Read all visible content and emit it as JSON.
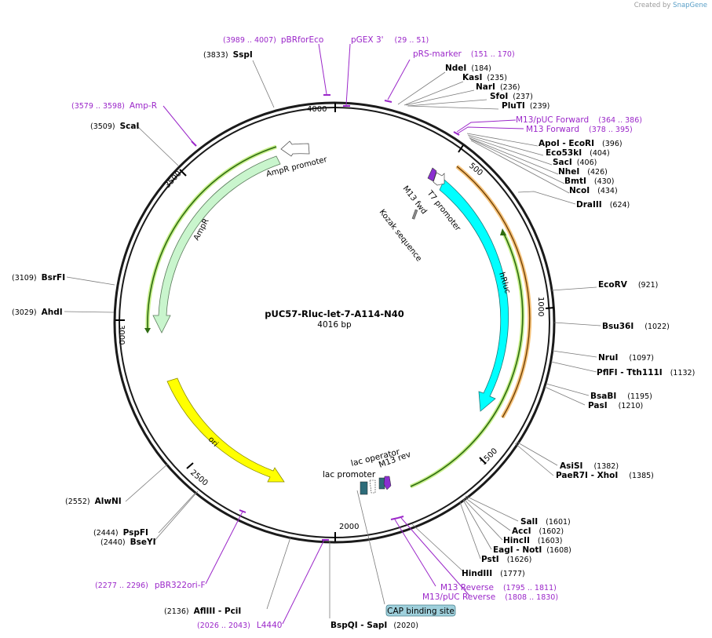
{
  "credit": {
    "prefix": "Created by",
    "brand": "SnapGene"
  },
  "plasmid": {
    "name": "pUC57-Rluc-let-7-A114-N40",
    "size_label": "4016 bp"
  },
  "ticks": [
    "4000",
    "500",
    "1000",
    "1500",
    "2000",
    "2500",
    "3000",
    "3500"
  ],
  "features": {
    "ampr": "AmpR",
    "ampr_promoter": "AmpR promoter",
    "ori": "ori",
    "hrluc": "hRluc",
    "t7_promoter": "T7 promoter",
    "m13_fwd": "M13 fwd",
    "kozak": "Kozak sequence",
    "lac_operator": "lac operator",
    "lac_promoter": "lac promoter",
    "m13_rev": "M13 rev",
    "cap": "CAP binding site"
  },
  "sites": [
    {
      "name": "SspI",
      "pos": "(3833)"
    },
    {
      "name": "NdeI",
      "pos": "(184)"
    },
    {
      "name": "KasI",
      "pos": "(235)"
    },
    {
      "name": "NarI",
      "pos": "(236)"
    },
    {
      "name": "SfoI",
      "pos": "(237)"
    },
    {
      "name": "PluTI",
      "pos": "(239)"
    },
    {
      "name": "ApoI - EcoRI",
      "pos": "(396)"
    },
    {
      "name": "Eco53kI",
      "pos": "(404)"
    },
    {
      "name": "SacI",
      "pos": "(406)"
    },
    {
      "name": "NheI",
      "pos": "(426)"
    },
    {
      "name": "BmtI",
      "pos": "(430)"
    },
    {
      "name": "NcoI",
      "pos": "(434)"
    },
    {
      "name": "DraIII",
      "pos": "(624)"
    },
    {
      "name": "EcoRV",
      "pos": "(921)"
    },
    {
      "name": "Bsu36I",
      "pos": "(1022)"
    },
    {
      "name": "NruI",
      "pos": "(1097)"
    },
    {
      "name": "PflFI - Tth111I",
      "pos": "(1132)"
    },
    {
      "name": "BsaBI",
      "pos": "(1195)"
    },
    {
      "name": "PasI",
      "pos": "(1210)"
    },
    {
      "name": "AsiSI",
      "pos": "(1382)"
    },
    {
      "name": "PaeR7I - XhoI",
      "pos": "(1385)"
    },
    {
      "name": "SalI",
      "pos": "(1601)"
    },
    {
      "name": "AccI",
      "pos": "(1602)"
    },
    {
      "name": "HincII",
      "pos": "(1603)"
    },
    {
      "name": "EagI - NotI",
      "pos": "(1608)"
    },
    {
      "name": "PstI",
      "pos": "(1626)"
    },
    {
      "name": "HindIII",
      "pos": "(1777)"
    },
    {
      "name": "BspQI - SapI",
      "pos": "(2020)"
    },
    {
      "name": "AflIII - PciI",
      "pos": "(2136)"
    },
    {
      "name": "BseYI",
      "pos": "(2440)"
    },
    {
      "name": "PspFI",
      "pos": "(2444)"
    },
    {
      "name": "AlwNI",
      "pos": "(2552)"
    },
    {
      "name": "AhdI",
      "pos": "(3029)"
    },
    {
      "name": "BsrFI",
      "pos": "(3109)"
    },
    {
      "name": "ScaI",
      "pos": "(3509)"
    }
  ],
  "primers": [
    {
      "name": "pBRforEco",
      "pos": "(3989 .. 4007)"
    },
    {
      "name": "pGEX 3'",
      "pos": "(29 .. 51)"
    },
    {
      "name": "pRS-marker",
      "pos": "(151 .. 170)"
    },
    {
      "name": "M13/pUC Forward",
      "pos": "(364 .. 386)"
    },
    {
      "name": "M13 Forward",
      "pos": "(378 .. 395)"
    },
    {
      "name": "Amp-R",
      "pos": "(3579 .. 3598)"
    },
    {
      "name": "M13 Reverse",
      "pos": "(1795 .. 1811)"
    },
    {
      "name": "M13/pUC Reverse",
      "pos": "(1808 .. 1830)"
    },
    {
      "name": "pBR322ori-F",
      "pos": "(2277 .. 2296)"
    },
    {
      "name": "L4440",
      "pos": "(2026 .. 2043)"
    }
  ],
  "colors": {
    "backbone": "#1a1a1a",
    "ampr": "#c9f5cd",
    "ori": "#ffff00",
    "hrluc": "#00ffff",
    "orf_line": "#2f6b12",
    "orf_glow": "#c8f08c",
    "orf_orange": "#f5c27a",
    "primer": "#9b27c9",
    "lac": "#2e6c7a",
    "cap_bg": "#9fd0dc"
  }
}
